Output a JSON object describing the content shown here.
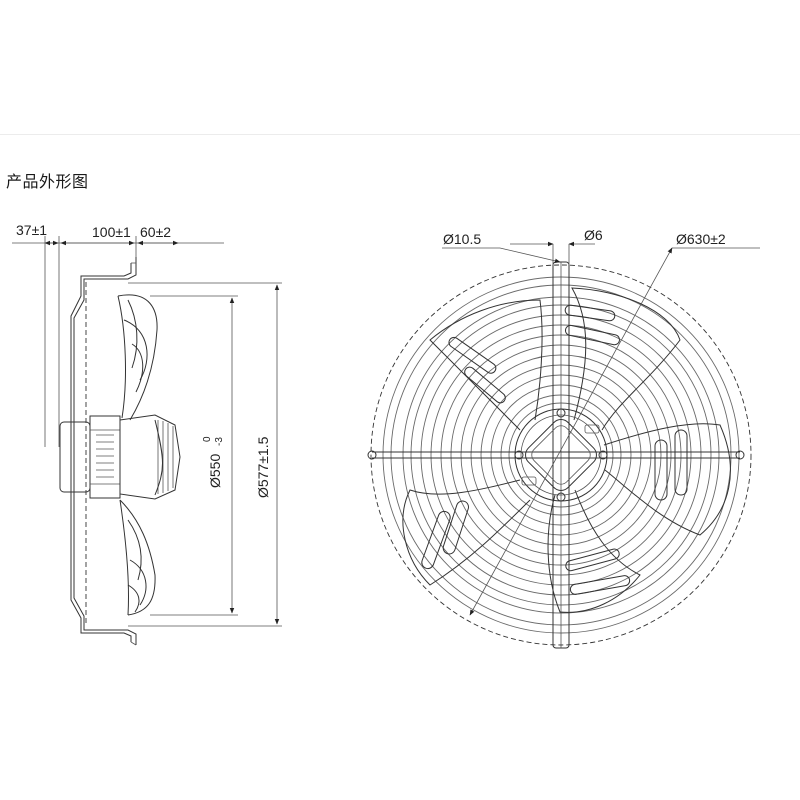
{
  "section_title": "产品外形图",
  "side_view": {
    "dims": {
      "d1": "37±1",
      "d2": "100±1",
      "d3": "60±2",
      "dia_550": "Ø550",
      "tol_upper": "0",
      "tol_lower": "-3",
      "dia_577": "Ø577±1.5"
    }
  },
  "front_view": {
    "dims": {
      "hole": "Ø10.5",
      "wire": "Ø6",
      "outer": "Ø630±2"
    }
  }
}
